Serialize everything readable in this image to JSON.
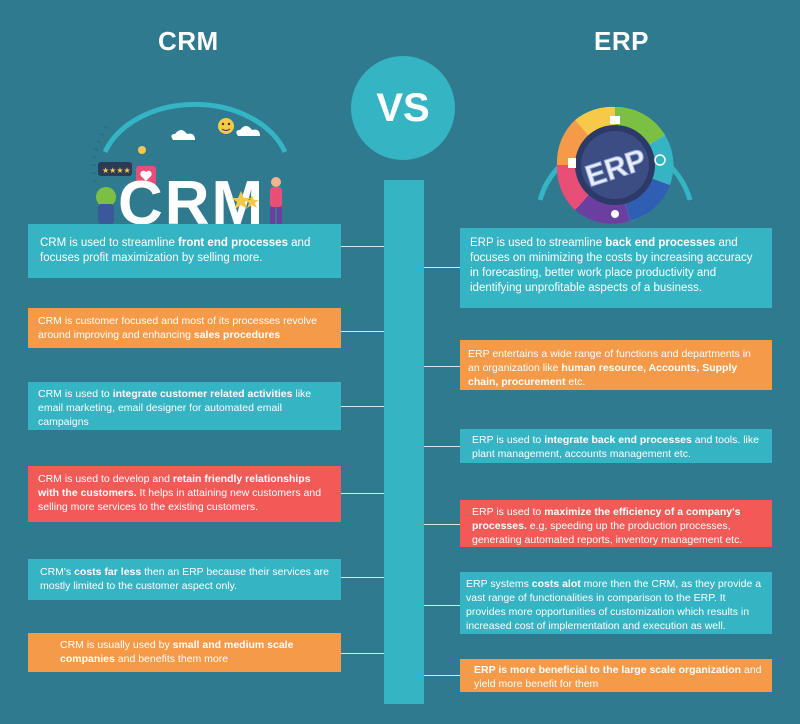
{
  "titles": {
    "left": "CRM",
    "center": "VS",
    "right": "ERP"
  },
  "illustrations": {
    "crm_logo_text": "CRM",
    "crm_stars": "★★★★",
    "erp_logo_text": "ERP"
  },
  "colors": {
    "background": "#2f7a8e",
    "teal": "#35b4c4",
    "orange": "#f59a48",
    "red": "#f15a57"
  },
  "left_cards": [
    {
      "parts": [
        {
          "t": "CRM is used to streamline "
        },
        {
          "t": "front end processes",
          "b": true
        },
        {
          "t": " and focuses profit maximization by selling more."
        }
      ]
    },
    {
      "parts": [
        {
          "t": "CRM is customer focused and most of its processes revolve around improving and enhancing "
        },
        {
          "t": "sales procedures",
          "b": true
        }
      ]
    },
    {
      "parts": [
        {
          "t": "CRM is used to "
        },
        {
          "t": "integrate customer related activities",
          "b": true
        },
        {
          "t": " like email marketing, email designer for automated email campaigns"
        }
      ]
    },
    {
      "parts": [
        {
          "t": "CRM is used to develop and "
        },
        {
          "t": "retain friendly relationships with the customers.",
          "b": true
        },
        {
          "t": " It helps in attaining new customers and selling more services to the existing customers."
        }
      ]
    },
    {
      "parts": [
        {
          "t": "CRM's "
        },
        {
          "t": "costs far less",
          "b": true
        },
        {
          "t": " then an ERP because their services are mostly limited to the customer aspect only."
        }
      ]
    },
    {
      "parts": [
        {
          "t": "CRM is usually used by "
        },
        {
          "t": "small and medium scale companies",
          "b": true
        },
        {
          "t": " and benefits them more"
        }
      ]
    }
  ],
  "right_cards": [
    {
      "parts": [
        {
          "t": "ERP is used to streamline "
        },
        {
          "t": "back end processes",
          "b": true
        },
        {
          "t": " and focuses on minimizing the costs by increasing accuracy in forecasting, better work place productivity and identifying unprofitable aspects of a business."
        }
      ]
    },
    {
      "parts": [
        {
          "t": "ERP entertains a wide range of functions and departments in an organization like "
        },
        {
          "t": "human resource, Accounts, Supply chain, procurement",
          "b": true
        },
        {
          "t": " etc."
        }
      ]
    },
    {
      "parts": [
        {
          "t": "ERP is used to "
        },
        {
          "t": "integrate back end processes",
          "b": true
        },
        {
          "t": " and tools. like plant management, accounts management etc."
        }
      ]
    },
    {
      "parts": [
        {
          "t": "ERP is used to "
        },
        {
          "t": "maximize the efficiency of a company's processes.",
          "b": true
        },
        {
          "t": " e.g, speeding up the production processes, generating automated reports, inventory management etc."
        }
      ]
    },
    {
      "parts": [
        {
          "t": "ERP systems "
        },
        {
          "t": "costs alot",
          "b": true
        },
        {
          "t": " more then the CRM, as they provide a vast range of functionalities in comparison to the ERP. It provides more opportunities of customization which results in increased cost of implementation and execution as well."
        }
      ]
    },
    {
      "parts": [
        {
          "t": "ERP is more beneficial to the large scale organization",
          "b": true
        },
        {
          "t": " and yield more benefit for them"
        }
      ]
    }
  ]
}
